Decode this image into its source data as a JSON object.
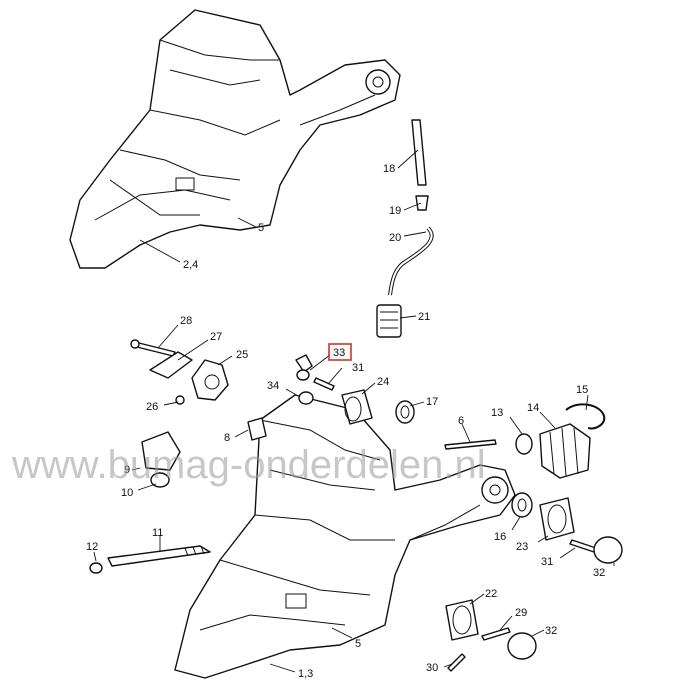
{
  "callouts": {
    "c18": "18",
    "c19": "19",
    "c20": "20",
    "c21": "21",
    "c5_upper": "5",
    "c2_4": "2,4",
    "c28": "28",
    "c27": "27",
    "c25": "25",
    "c26": "26",
    "c33": "33",
    "c31_upper": "31",
    "c34": "34",
    "c24": "24",
    "c17": "17",
    "c8": "8",
    "c6": "6",
    "c13": "13",
    "c14": "14",
    "c15": "15",
    "c9": "9",
    "c10": "10",
    "c11": "11",
    "c12": "12",
    "c16": "16",
    "c23": "23",
    "c31_lower": "31",
    "c32_upper": "32",
    "c5_lower": "5",
    "c1_3": "1,3",
    "c22": "22",
    "c29": "29",
    "c32_lower": "32",
    "c30": "30"
  },
  "watermark": "www.bumag-onderdelen.nl",
  "highlight": {
    "callout": "33",
    "color": "#d0342c"
  }
}
